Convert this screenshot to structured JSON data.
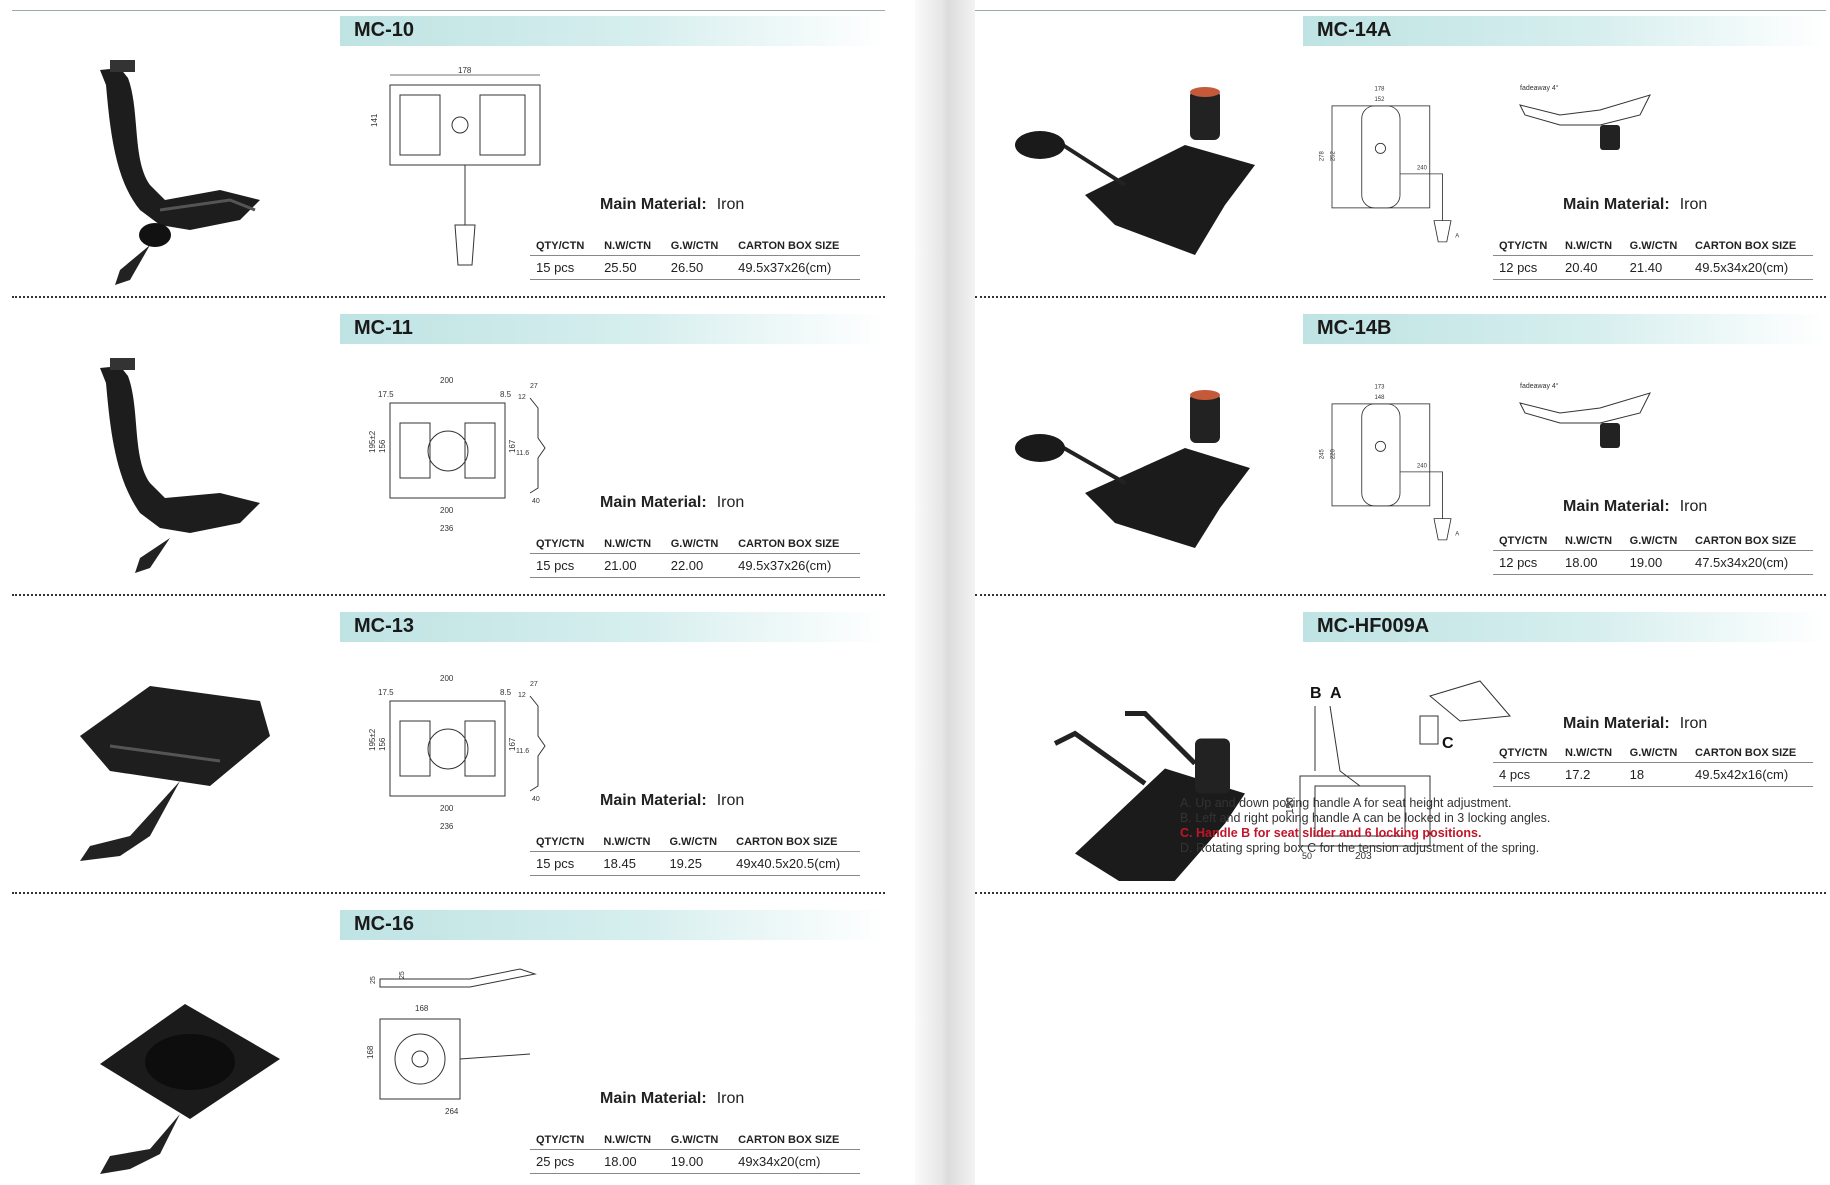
{
  "products": [
    {
      "model": "MC-10",
      "material_label": "Main Material:",
      "material": "Iron",
      "headers": [
        "QTY/CTN",
        "N.W/CTN",
        "G.W/CTN",
        "CARTON BOX SIZE"
      ],
      "row": [
        "15 pcs",
        "25.50",
        "26.50",
        "49.5x37x26(cm)"
      ],
      "dims": [
        "178",
        "141"
      ]
    },
    {
      "model": "MC-11",
      "material_label": "Main Material:",
      "material": "Iron",
      "headers": [
        "QTY/CTN",
        "N.W/CTN",
        "G.W/CTN",
        "CARTON BOX SIZE"
      ],
      "row": [
        "15 pcs",
        "21.00",
        "22.00",
        "49.5x37x26(cm)"
      ],
      "dims": [
        "200",
        "17.5",
        "8.5",
        "195±2",
        "156",
        "167",
        "200",
        "236",
        "27",
        "12",
        "11.6",
        "40"
      ]
    },
    {
      "model": "MC-13",
      "material_label": "Main Material:",
      "material": "Iron",
      "headers": [
        "QTY/CTN",
        "N.W/CTN",
        "G.W/CTN",
        "CARTON BOX SIZE"
      ],
      "row": [
        "15 pcs",
        "18.45",
        "19.25",
        "49x40.5x20.5(cm)"
      ],
      "dims": [
        "200",
        "17.5",
        "8.5",
        "195±2",
        "156",
        "167",
        "200",
        "236",
        "27",
        "12",
        "11.6",
        "40"
      ]
    },
    {
      "model": "MC-16",
      "material_label": "Main Material:",
      "material": "Iron",
      "headers": [
        "QTY/CTN",
        "N.W/CTN",
        "G.W/CTN",
        "CARTON BOX SIZE"
      ],
      "row": [
        "25 pcs",
        "18.00",
        "19.00",
        "49x34x20(cm)"
      ],
      "dims": [
        "25",
        "25",
        "168",
        "168",
        "264"
      ]
    },
    {
      "model": "MC-14A",
      "material_label": "Main Material:",
      "material": "Iron",
      "headers": [
        "QTY/CTN",
        "N.W/CTN",
        "G.W/CTN",
        "CARTON BOX SIZE"
      ],
      "row": [
        "12 pcs",
        "20.40",
        "21.40",
        "49.5x34x20(cm)"
      ],
      "dims": [
        "178",
        "152",
        "278",
        "252",
        "240",
        "A",
        "fadeaway 4°"
      ]
    },
    {
      "model": "MC-14B",
      "material_label": "Main Material:",
      "material": "Iron",
      "headers": [
        "QTY/CTN",
        "N.W/CTN",
        "G.W/CTN",
        "CARTON BOX SIZE"
      ],
      "row": [
        "12 pcs",
        "18.00",
        "19.00",
        "47.5x34x20(cm)"
      ],
      "dims": [
        "173",
        "148",
        "245",
        "220",
        "240",
        "A",
        "fadeaway 4°"
      ]
    },
    {
      "model": "MC-HF009A",
      "material_label": "Main Material:",
      "material": "Iron",
      "headers": [
        "QTY/CTN",
        "N.W/CTN",
        "G.W/CTN",
        "CARTON BOX SIZE"
      ],
      "row": [
        "4 pcs",
        "17.2",
        "18",
        "49.5x42x16(cm)"
      ],
      "dims": [
        "B",
        "A",
        "C",
        "150",
        "50",
        "203"
      ],
      "notes": [
        "A. Up and down poking handle A for seat height adjustment.",
        "B. Left and right poking handle A can be locked in 3 locking angles.",
        "C. Handle B for seat slider and 6 locking positions.",
        "D. Rotating spring box C for the tension adjustment of the spring."
      ]
    }
  ]
}
